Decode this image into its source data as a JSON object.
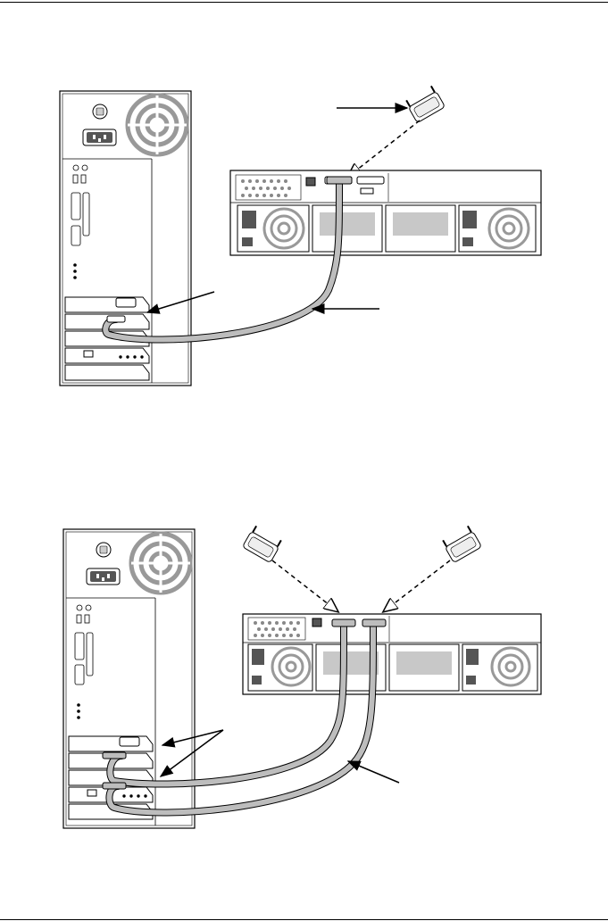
{
  "page": {
    "header_rule": true,
    "footer_rule": true
  },
  "figures": [
    {
      "id": "single-cable-connection",
      "elements": [
        "host-computer-rear",
        "terminator-plug",
        "storage-enclosure-rear",
        "scsi-cable",
        "host-adapter-card"
      ],
      "cables": 1,
      "terminators": 1
    },
    {
      "id": "dual-cable-connection",
      "elements": [
        "host-computer-rear",
        "terminator-plug",
        "terminator-plug",
        "storage-enclosure-rear",
        "scsi-cable",
        "scsi-cable",
        "host-adapter-card",
        "host-adapter-card"
      ],
      "cables": 2,
      "terminators": 2
    }
  ],
  "colors": {
    "line": "#000000",
    "cable": "#bdbdbd",
    "vent": "#999999",
    "background": "#ffffff"
  }
}
